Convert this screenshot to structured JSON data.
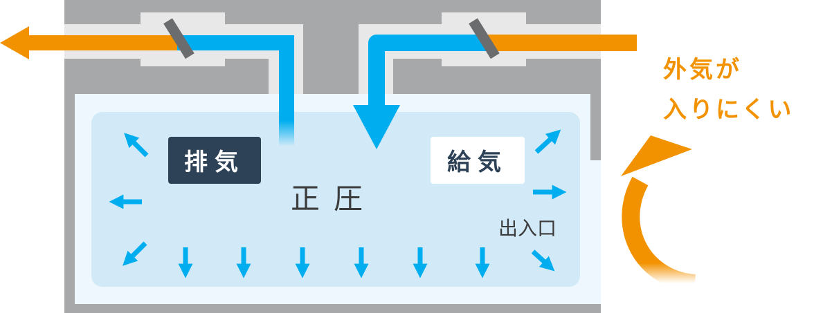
{
  "labels": {
    "exhaust": "排気",
    "supply": "給気",
    "pressure": "正圧",
    "doorway": "出入口",
    "outside_air_line1": "外気が",
    "outside_air_line2": "入りにくい"
  },
  "colors": {
    "wall": "#a7a8aa",
    "duct_light": "#e8e8e9",
    "room_bg": "#eef7fd",
    "positive_zone": "#d2eaf8",
    "air_blue": "#00aeef",
    "outside_orange": "#f39200",
    "label_dark_bg": "#2e4257",
    "label_light_bg": "#ffffff",
    "damper": "#6b6c6e",
    "text_dark": "#3c3c3c"
  }
}
